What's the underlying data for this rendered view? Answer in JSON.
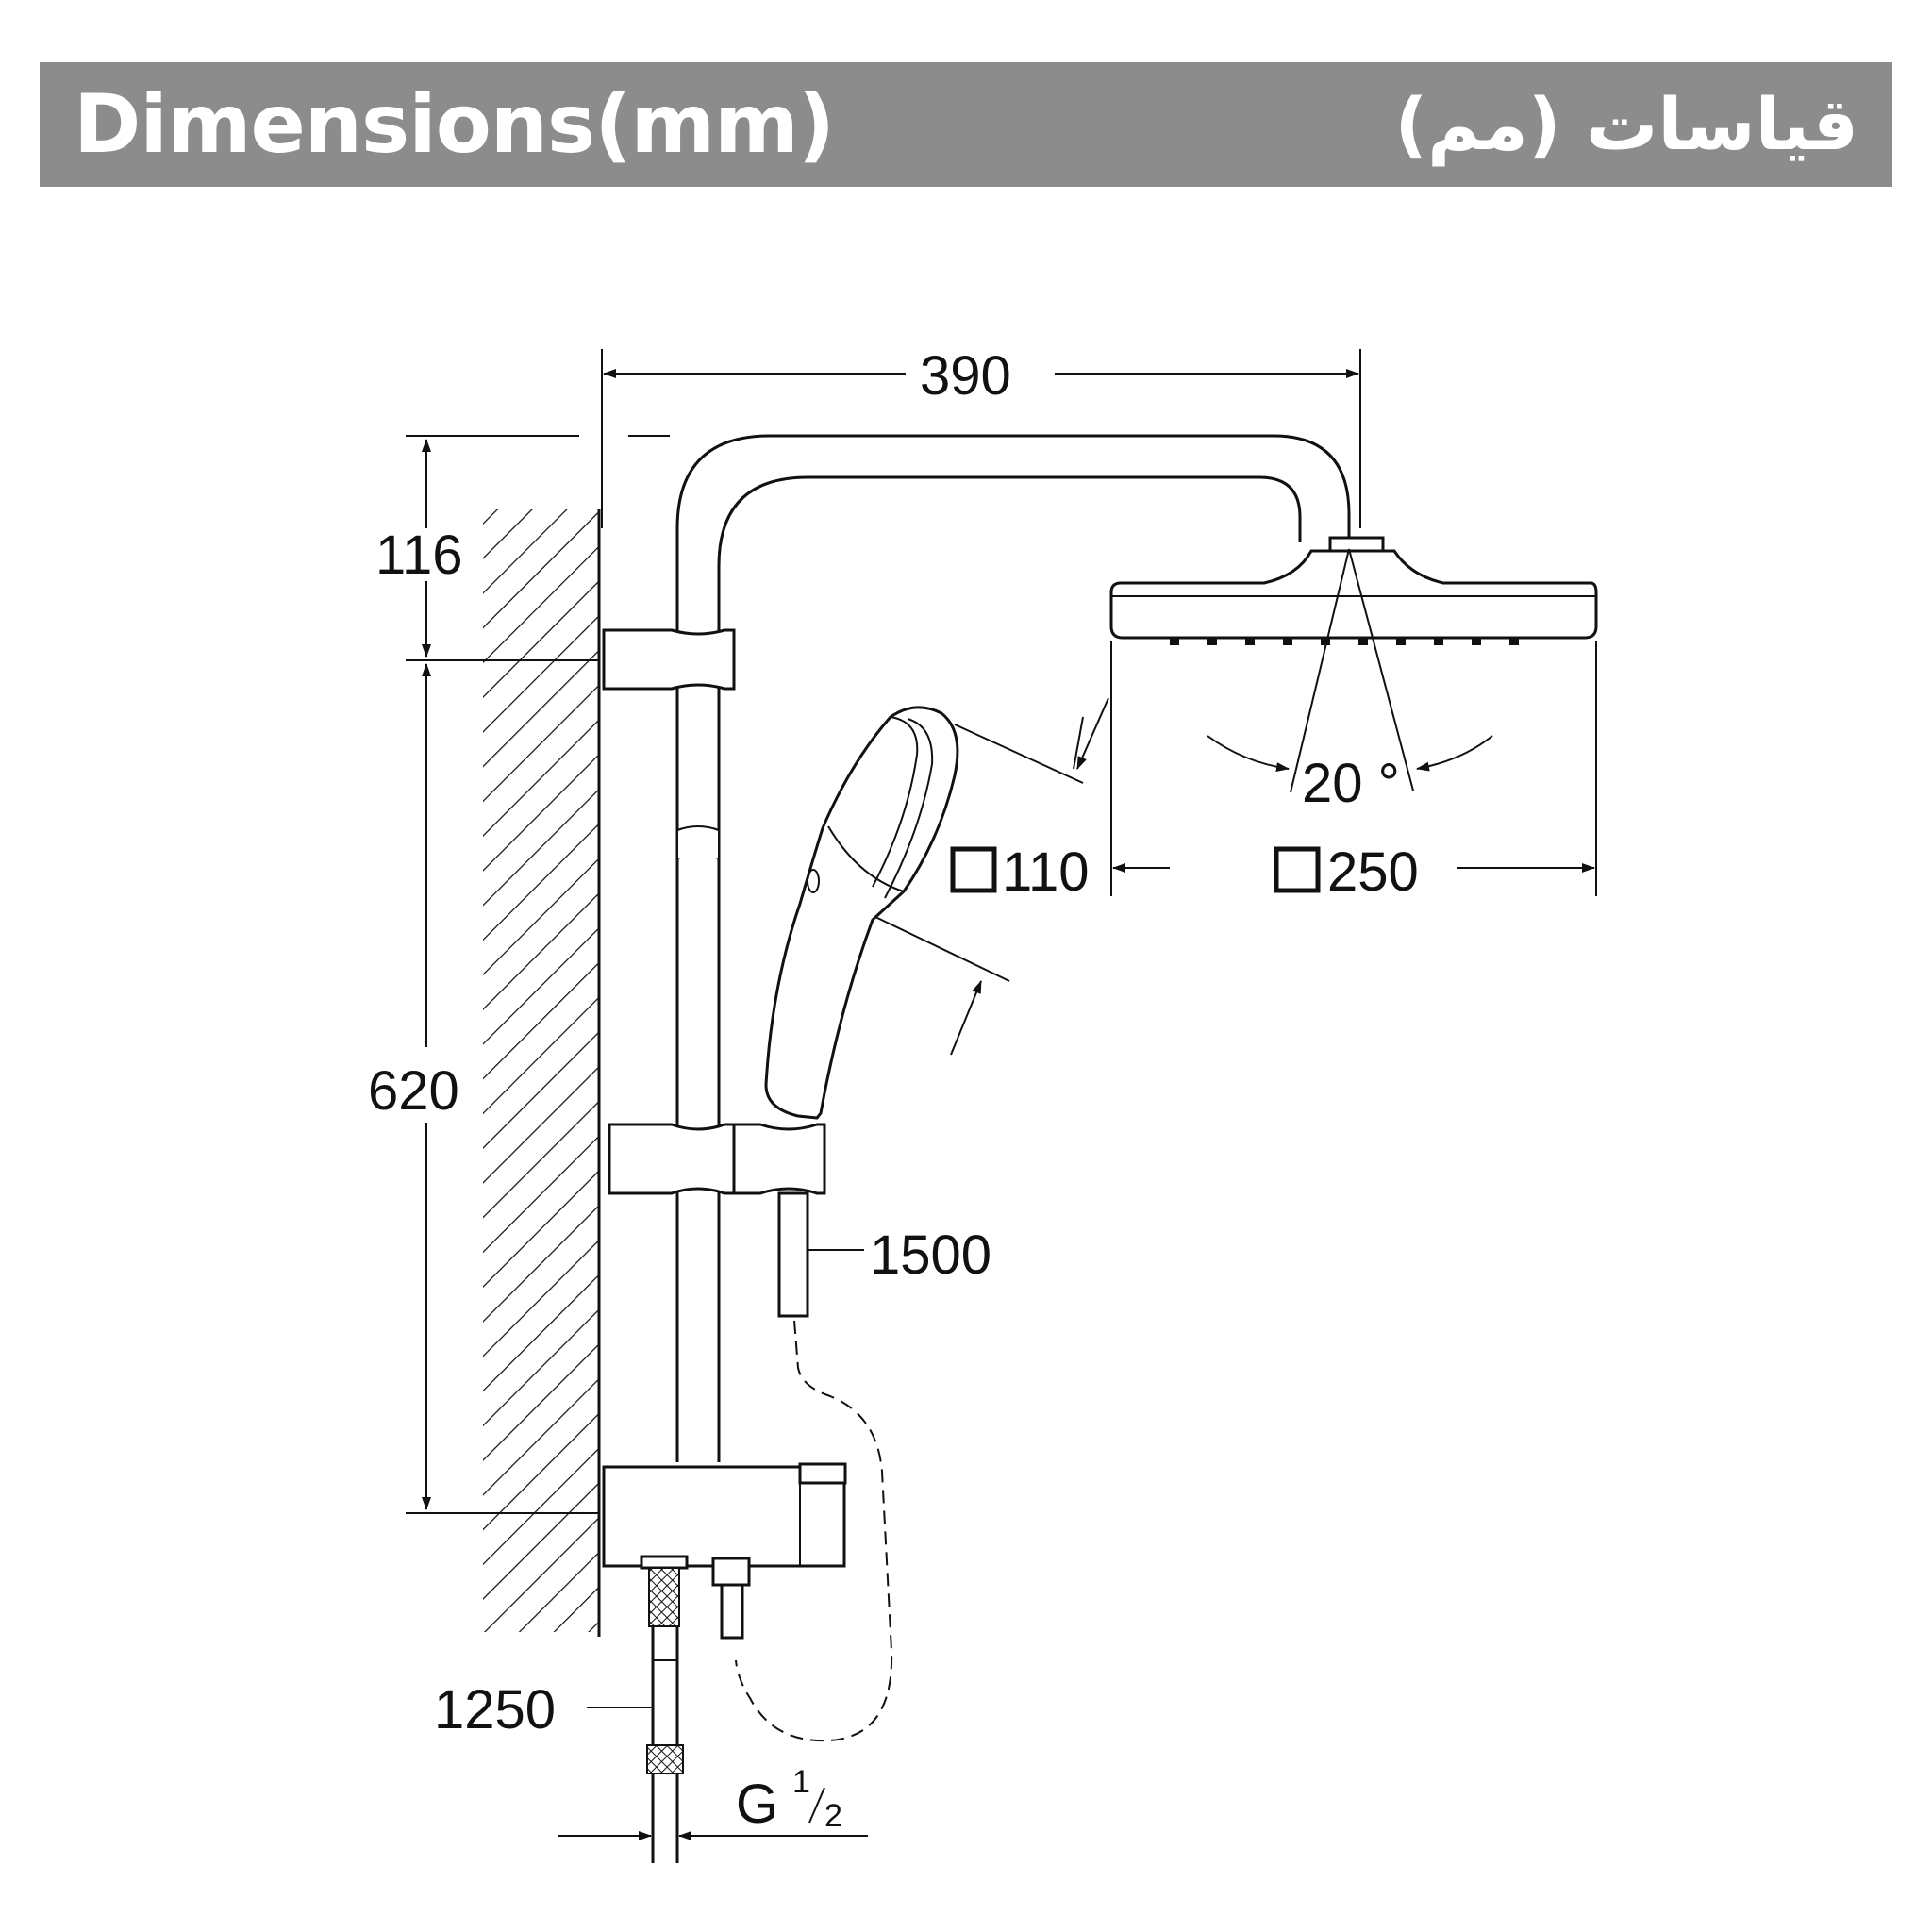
{
  "header": {
    "title_en": "Dimensions(mm)",
    "title_ar": "قياسات (مم)",
    "bar_color": "#8c8c8c",
    "text_color": "#ffffff"
  },
  "dimensions": {
    "arm_reach": "390",
    "arm_height": "116",
    "rail_length": "620",
    "hand_shower_hose": "1500",
    "supply_hose": "1250",
    "hand_shower_size": "110",
    "head_shower_size": "250",
    "tilt_angle": "20 °",
    "connection_thread": "G",
    "thread_num": "1",
    "thread_den": "2"
  }
}
